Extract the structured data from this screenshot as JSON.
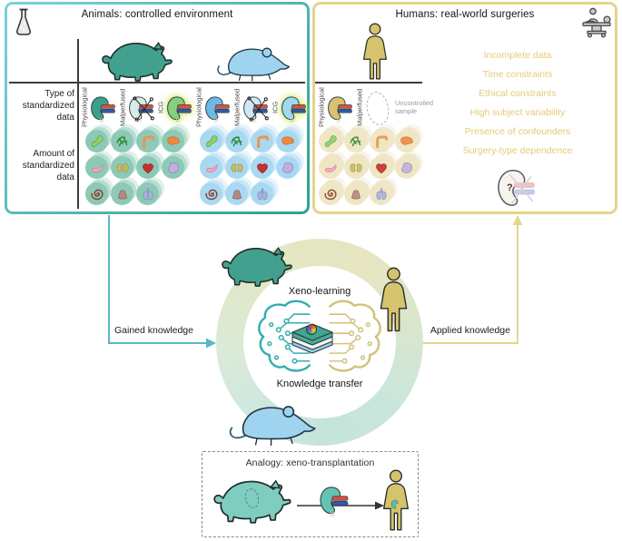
{
  "animals_box": {
    "title": "Animals: controlled environment",
    "row_labels": [
      "Type of standardized data",
      "Amount of standardized data"
    ],
    "col_labels": [
      "Physiological",
      "Malperfused",
      "ICG"
    ],
    "animals": [
      "pig",
      "mouse"
    ],
    "organs": [
      "stomach",
      "mesentery",
      "colon",
      "liver",
      "pancreas",
      "kidneys",
      "heart",
      "spleen",
      "bowel",
      "bladder",
      "lung"
    ]
  },
  "humans_box": {
    "title": "Humans: real-world surgeries",
    "col_labels": [
      "Physiological",
      "Malperfused"
    ],
    "uncontrolled_note": "Uncontrolled sample",
    "constraints": [
      "Incomplete data",
      "Time constraints",
      "Ethical constraints",
      "High subject variability",
      "Presence of confounders",
      "Surgery-type dependence"
    ],
    "question_mark": "?"
  },
  "center": {
    "xeno_learning_label": "Xeno-learning",
    "knowledge_transfer_label": "Knowledge transfer",
    "gained_knowledge_label": "Gained knowledge",
    "applied_knowledge_label": "Applied knowledge"
  },
  "analogy": {
    "title": "Analogy: xeno-transplantation"
  },
  "colors": {
    "animal_box_border_start": "#7fd0da",
    "animal_box_border_end": "#2fa08e",
    "human_box_border": "#e3d48a",
    "pig": "#41a18e",
    "mouse": "#9fd4f0",
    "human": "#d5c36d",
    "constraint_text": "#e5cb74",
    "gained_arrow": "#57b8c9",
    "applied_arrow": "#e4d68c"
  }
}
